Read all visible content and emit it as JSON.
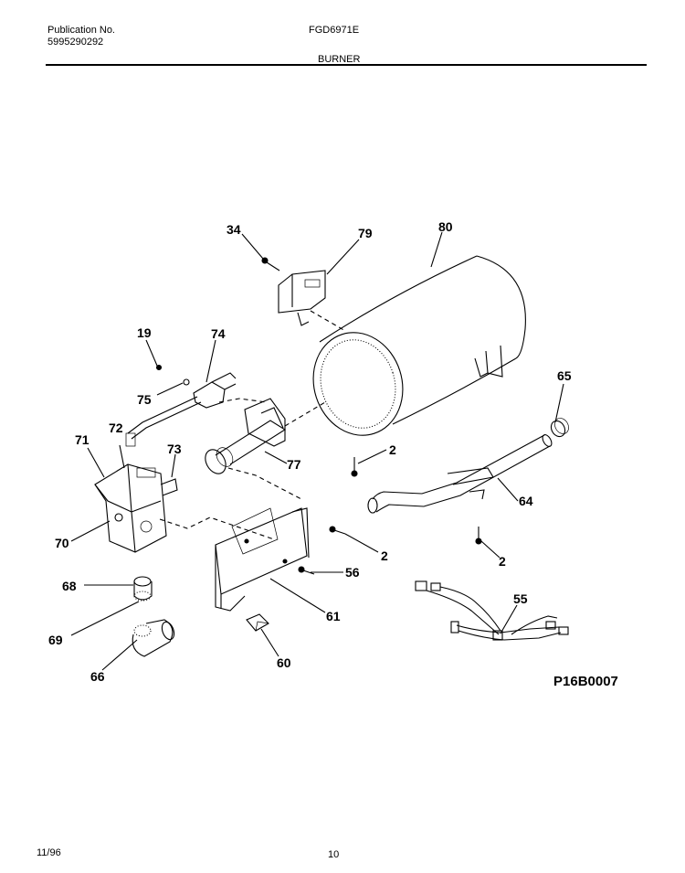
{
  "header": {
    "publication_label": "Publication No.",
    "publication_number": "5995290292",
    "model": "FGD6971E",
    "section": "BURNER"
  },
  "callouts": {
    "c34": "34",
    "c79": "79",
    "c80": "80",
    "c19": "19",
    "c74": "74",
    "c75": "75",
    "c65": "65",
    "c72": "72",
    "c71": "71",
    "c73": "73",
    "c2a": "2",
    "c77": "77",
    "c64": "64",
    "c70": "70",
    "c2b": "2",
    "c2c": "2",
    "c68": "68",
    "c56": "56",
    "c55": "55",
    "c61": "61",
    "c69": "69",
    "c60": "60",
    "c66": "66"
  },
  "diagram_code": "P16B0007",
  "footer": {
    "date": "11/96",
    "page": "10"
  }
}
